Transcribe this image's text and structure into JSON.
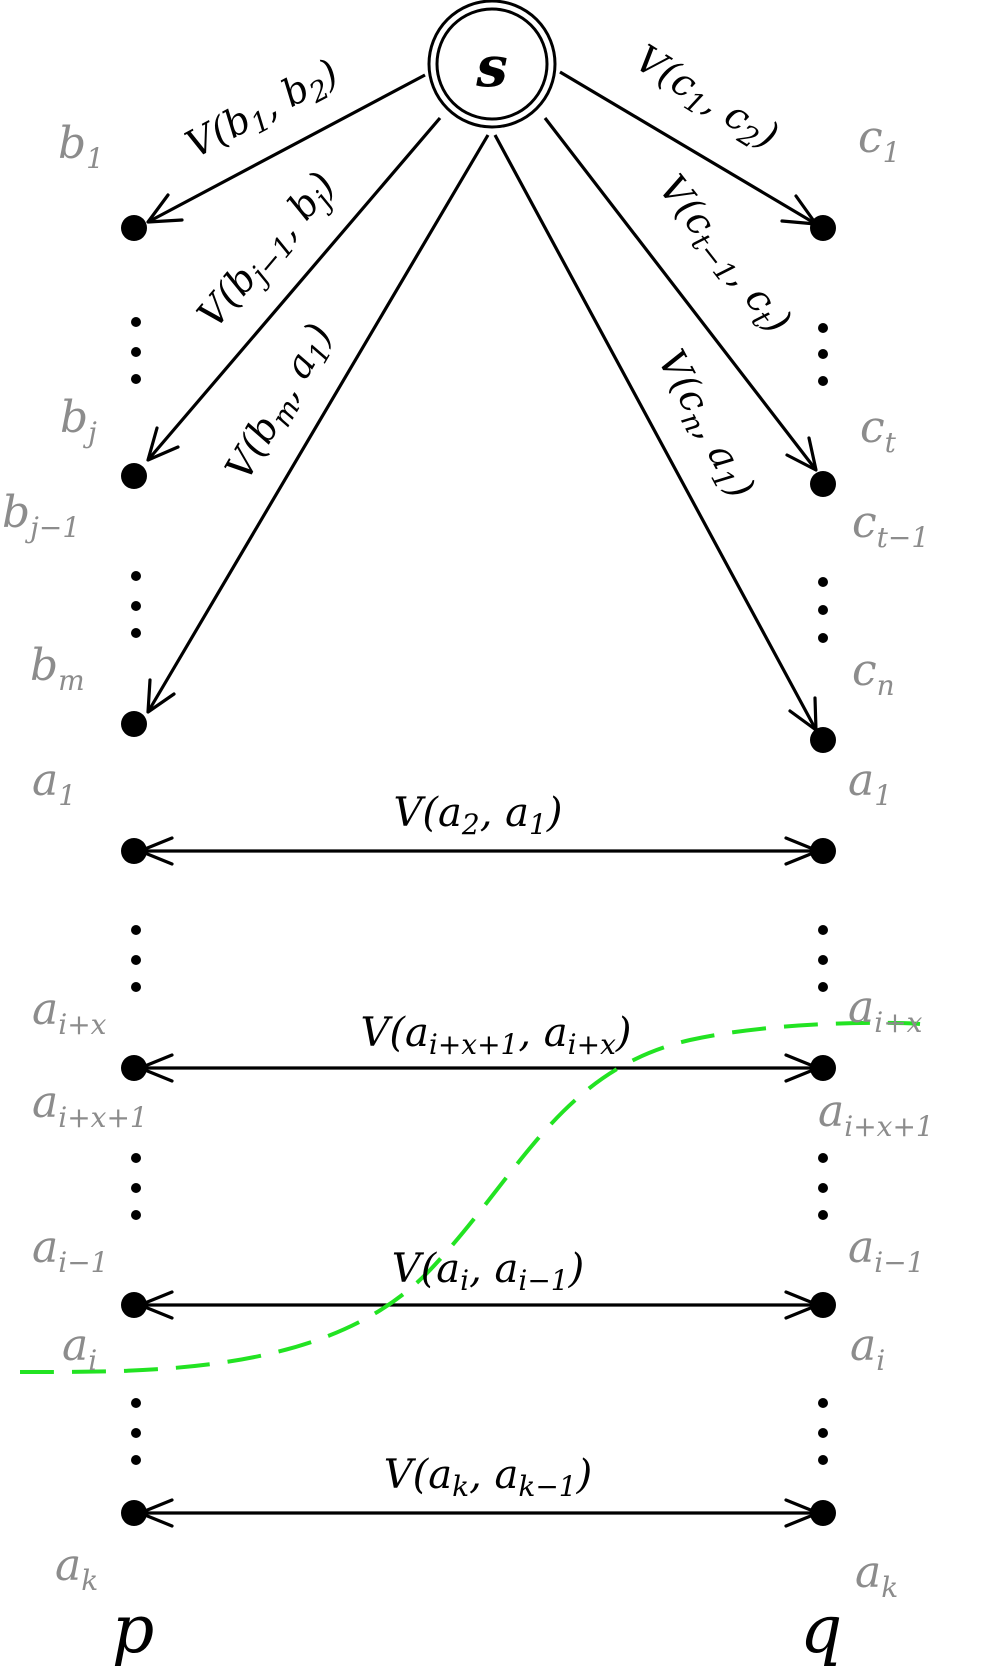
{
  "source_node": {
    "label": "s"
  },
  "columns": {
    "left": {
      "label": "p"
    },
    "right": {
      "label": "q"
    }
  },
  "nodes_left": [
    {
      "id": "b1",
      "label": "b",
      "sub": "1"
    },
    {
      "id": "bj",
      "label": "b",
      "sub": "j"
    },
    {
      "id": "bm",
      "label": "b",
      "sub": "m"
    },
    {
      "id": "a1",
      "label": "a",
      "sub": "1"
    },
    {
      "id": "aix",
      "label": "a",
      "sub": "i+x"
    },
    {
      "id": "ai",
      "label": "a",
      "sub": "i"
    },
    {
      "id": "ak",
      "label": "a",
      "sub": "k"
    }
  ],
  "nodes_right": [
    {
      "id": "c1",
      "label": "c",
      "sub": "1"
    },
    {
      "id": "ct",
      "label": "c",
      "sub": "t"
    },
    {
      "id": "cn",
      "label": "c",
      "sub": "n"
    },
    {
      "id": "a1",
      "label": "a",
      "sub": "1"
    },
    {
      "id": "aix",
      "label": "a",
      "sub": "i+x"
    },
    {
      "id": "ai",
      "label": "a",
      "sub": "i"
    },
    {
      "id": "ak",
      "label": "a",
      "sub": "k"
    }
  ],
  "extra_labels": {
    "left_bj_minus": {
      "label": "b",
      "sub": "j−1"
    },
    "left_aix1": {
      "label": "a",
      "sub": "i+x+1"
    },
    "left_ai_1": {
      "label": "a",
      "sub": "i−1"
    },
    "right_ct_minus": {
      "label": "c",
      "sub": "t−1"
    },
    "right_aix1": {
      "label": "a",
      "sub": "i+x+1"
    },
    "right_ai_1": {
      "label": "a",
      "sub": "i−1"
    }
  },
  "edges_from_s": [
    {
      "name": "V",
      "arg1": "b",
      "sub1": "1",
      "arg2": "b",
      "sub2": "2"
    },
    {
      "name": "V",
      "arg1": "b",
      "sub1": "j−1",
      "arg2": "b",
      "sub2": "j"
    },
    {
      "name": "V",
      "arg1": "b",
      "sub1": "m",
      "arg2": "a",
      "sub2": "1"
    },
    {
      "name": "V",
      "arg1": "c",
      "sub1": "1",
      "arg2": "c",
      "sub2": "2"
    },
    {
      "name": "V",
      "arg1": "c",
      "sub1": "t−1",
      "arg2": "c",
      "sub2": "t"
    },
    {
      "name": "V",
      "arg1": "c",
      "sub1": "n",
      "arg2": "a",
      "sub2": "1"
    }
  ],
  "horizontal_edges": [
    {
      "name": "V",
      "arg1": "a",
      "sub1": "2",
      "arg2": "a",
      "sub2": "1"
    },
    {
      "name": "V",
      "arg1": "a",
      "sub1": "i+x+1",
      "arg2": "a",
      "sub2": "i+x"
    },
    {
      "name": "V",
      "arg1": "a",
      "sub1": "i",
      "arg2": "a",
      "sub2": "i−1"
    },
    {
      "name": "V",
      "arg1": "a",
      "sub1": "k",
      "arg2": "a",
      "sub2": "k−1"
    }
  ],
  "colors": {
    "edge": "#000000",
    "node_label": "#8c8c8c",
    "cut": "#22e322"
  }
}
